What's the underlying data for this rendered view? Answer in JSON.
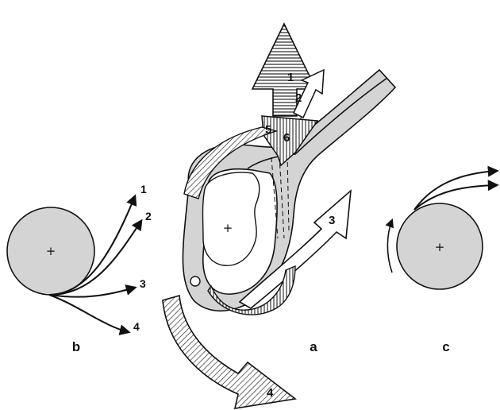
{
  "colors": {
    "ink": "#111111",
    "shade": "#d4d4d4",
    "paper": "#ffffff"
  },
  "panels": {
    "a": {
      "label": "a",
      "center_mark": "+",
      "arrow_labels": [
        "1",
        "2",
        "3",
        "4",
        "5",
        "6"
      ]
    },
    "b": {
      "label": "b",
      "center_mark": "+",
      "arrow_labels": [
        "1",
        "2",
        "3",
        "4"
      ]
    },
    "c": {
      "label": "c",
      "center_mark": "+"
    }
  }
}
